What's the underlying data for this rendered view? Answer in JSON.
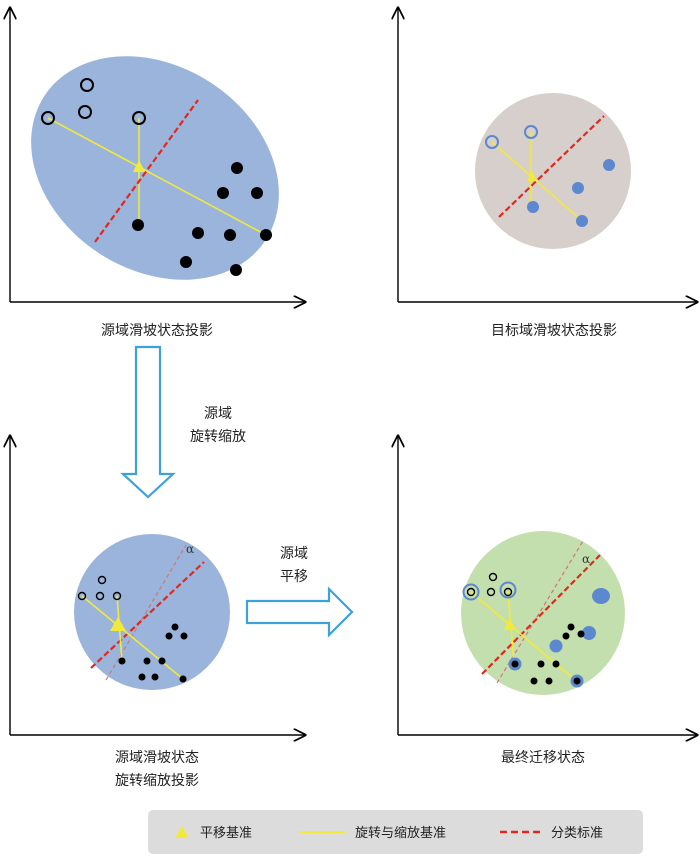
{
  "panels": {
    "source": {
      "caption": "源域滑坡状态投影"
    },
    "target": {
      "caption": "目标域滑坡状态投影"
    },
    "rotated": {
      "caption_line1": "源域滑坡状态",
      "caption_line2": "旋转缩放投影"
    },
    "final": {
      "caption": "最终迁移状态"
    }
  },
  "steps": {
    "rotate": {
      "line1": "源域",
      "line2": "旋转缩放"
    },
    "translate": {
      "line1": "源域",
      "line2": "平移"
    }
  },
  "angle_symbol": "α",
  "legend": {
    "translate_ref": "平移基准",
    "rotate_scale_ref": "旋转与缩放基准",
    "classifier": "分类标准"
  },
  "colors": {
    "source_fill": "#9ab4dc",
    "target_fill": "#d7cfcc",
    "final_fill": "#c4dfae",
    "yellow": "#f2ea3a",
    "red_dash": "#e0281e",
    "arrow_outline": "#3da2dc",
    "target_point": "#5b88cf",
    "legend_bg": "#dcdcdc"
  }
}
